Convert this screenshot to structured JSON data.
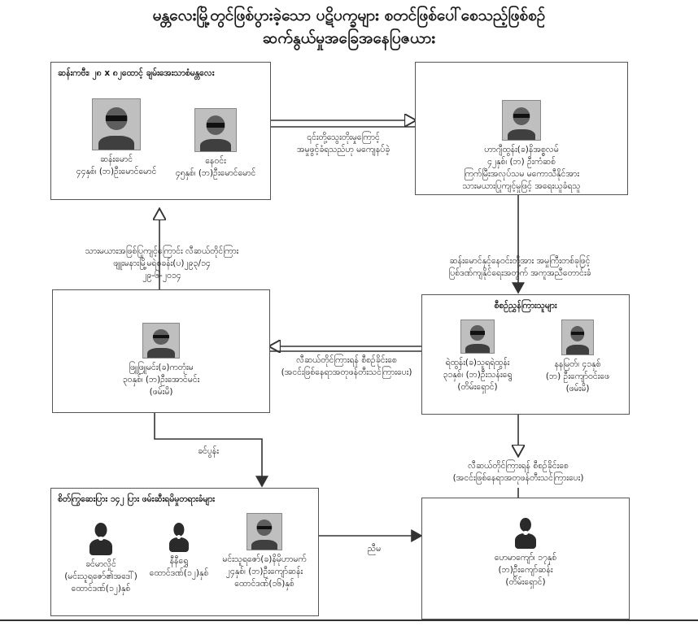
{
  "title": {
    "line1": "မန္တလေးမြို့တွင်ဖြစ်ပွားခဲ့သော ပဋိပက္ခများ စတင်ဖြစ်ပေါ်စေသည့်ဖြစ်စဉ်",
    "line2": "ဆက်နွယ်မှုအခြေအနေပြဇယား"
  },
  "boxes": {
    "top_left": {
      "header": "ဆန်းကဗီး၊ ၂၈ x ၈၂ထောင့် ချမ်းအေးသာစံမန္တလေး",
      "persons": [
        {
          "name": "ဆန်းမောင်",
          "detail": "၄၄နှစ်၊ (ဘ)ဦးမောင်မောင်"
        },
        {
          "name": "နေဝင်း",
          "detail": "၄၅နှစ်၊ (ဘ)ဦးမောင်မောင်"
        }
      ]
    },
    "top_right": {
      "lines": [
        "ဟာဂျီထွန်း(ခ)နိအစ္စလမ်",
        "၄၂နှစ်၊ (ဘ) ဦးကံဆစ်",
        "ကြက်မြီးအလုပ်သမ မကောသီနိုင်အား",
        "သားမယားပြုကျင့်မှုဖြင့် အရေးယူခံရသူ"
      ]
    },
    "mid_left": {
      "lines": [
        "ဖြူဖြူမင်း(ခ)ကတုံးမ",
        "၃၀နှစ်၊ (ဘ)ဦးအောင်မင်း",
        "(ဖမ်းမိ)"
      ]
    },
    "mid_right": {
      "header": "စီစဉ်ညွှန်ကြားသူများ",
      "persons": [
        {
          "lines": [
            "ရဲထွန်း(ခ)သူရရဲထွန်း",
            "၃၁နှစ်၊ (ဘ)ဦးသန်းရွေ",
            "(တိမ်းရှောင်)"
          ]
        },
        {
          "lines": [
            "နနမြတ်၊ ၄၁နှစ်",
            "(ဘ) ဦးကျော်ဝင်းဖေ",
            "(ဖမ်းမိ)"
          ]
        }
      ]
    },
    "bottom_left": {
      "header": "စိတ်ကြွဆေးပြား ၁၄၂ ပြား ဖမ်းဆီးရမိမှုတရားခံများ",
      "persons": [
        {
          "lines": [
            "ခင်မာလှိုင်",
            "(မင်းသူရဇော်၏အဒေါ်)",
            "ထောင်ဒဏ်(၁၂)နှစ်"
          ]
        },
        {
          "lines": [
            "နီနီရွှေ",
            "ထောင်ဒဏ်(၁၂)နှစ်"
          ]
        },
        {
          "lines": [
            "မင်းသူရဇော်(ခ)နိမိုဟာမက်",
            "၂၄နှစ်၊ (ဘ)ဦးကျော်ဆန်း",
            "ထောင်ဒဏ်(၁၆)နှစ်"
          ]
        }
      ]
    },
    "bottom_right": {
      "lines": [
        "ဟေမာကျော်၊ ၁၇နှစ်",
        "(ဘ)ဦးကျော်ဆန်း",
        "(တိမ်းရှောင်)"
      ]
    }
  },
  "connectors": {
    "top_horizontal": [
      "၎င်းတို့သွေးတိုးမှုကြောင့်",
      "အမှုဖွင့်ခံရသည်ဟု မကျေနပ်ခဲ့"
    ],
    "left_vertical": [
      "သားမယားအဖြစ်ပြုကျင့်ကြောင်း လီဆယ်တိုင်ကြား",
      "ဖျူးမနားမြို့မရဲစခန်း(ပ)၂၉၃/၁၄",
      "၂၉-၆-၂၀၁၄"
    ],
    "right_vertical": [
      "ဆန်းမောင်နှင့်နေဝင်းတို့အား အမှုကြီးတစ်ခုဖြင့်",
      "ပြစ်ဒဏ်ကျနိုင်ရေးအတွက် အကူအညီတောင်းခံ"
    ],
    "middle_horizontal": [
      "လီဆယ်တိုင်ကြားရန် စီစဉ်ခိုင်းစေ",
      "(အငင်းဖြစ်နေရာအတုဖန်တီးသင်ကြားပေး)"
    ],
    "left_down": [
      "ခင်ပွန်း"
    ],
    "right_down": [
      "လီဆယ်တိုင်ကြားရန် စီစဉ်ခိုင်းစေ",
      "(အငင်းဖြစ်နေရာအတုဖန်တီးသင်ကြားပေး)"
    ],
    "bottom_horizontal": [
      "ညီမ"
    ]
  },
  "colors": {
    "line": "#333333",
    "box_border": "#555555",
    "photo_bg": "#bfbfbf"
  }
}
